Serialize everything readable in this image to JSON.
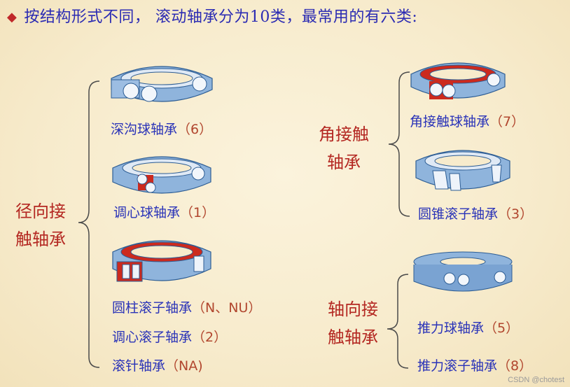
{
  "header": {
    "bullet_icon": "diamond-bullet-icon",
    "text": "按结构形式不同， 滚动轴承分为10类，最常用的有六类:"
  },
  "groups": {
    "radial": {
      "line1": "径向接",
      "line2": "触轴承"
    },
    "angular": {
      "line1": "角接触",
      "line2": "轴承"
    },
    "thrust": {
      "line1": "轴向接",
      "line2": "触轴承"
    }
  },
  "bearings": {
    "deep_groove": {
      "name": "深沟球轴承",
      "code": "（6）"
    },
    "self_aligning_ball": {
      "name": "调心球轴承",
      "code": "（1）"
    },
    "cylindrical_roller": {
      "name": "圆柱滚子轴承",
      "code": "（N、NU）"
    },
    "spherical_roller": {
      "name": "调心滚子轴承",
      "code": "（2）"
    },
    "needle": {
      "name": "滚针轴承",
      "code": "（NA)"
    },
    "angular_ball": {
      "name": "角接触球轴承",
      "code": "（7）"
    },
    "tapered_roller": {
      "name": "圆锥滚子轴承",
      "code": "（3）"
    },
    "thrust_ball": {
      "name": "推力球轴承",
      "code": "（5）"
    },
    "thrust_roller": {
      "name": "推力滚子轴承",
      "code": "（8）"
    }
  },
  "colors": {
    "title": "#2b2bb3",
    "label": "#2a33b8",
    "group": "#b42822",
    "ring": "#8fb4dc",
    "ring_dark": "#4d7fb8",
    "highlight": "#cc2a1e"
  },
  "watermark": "CSDN @chotest"
}
